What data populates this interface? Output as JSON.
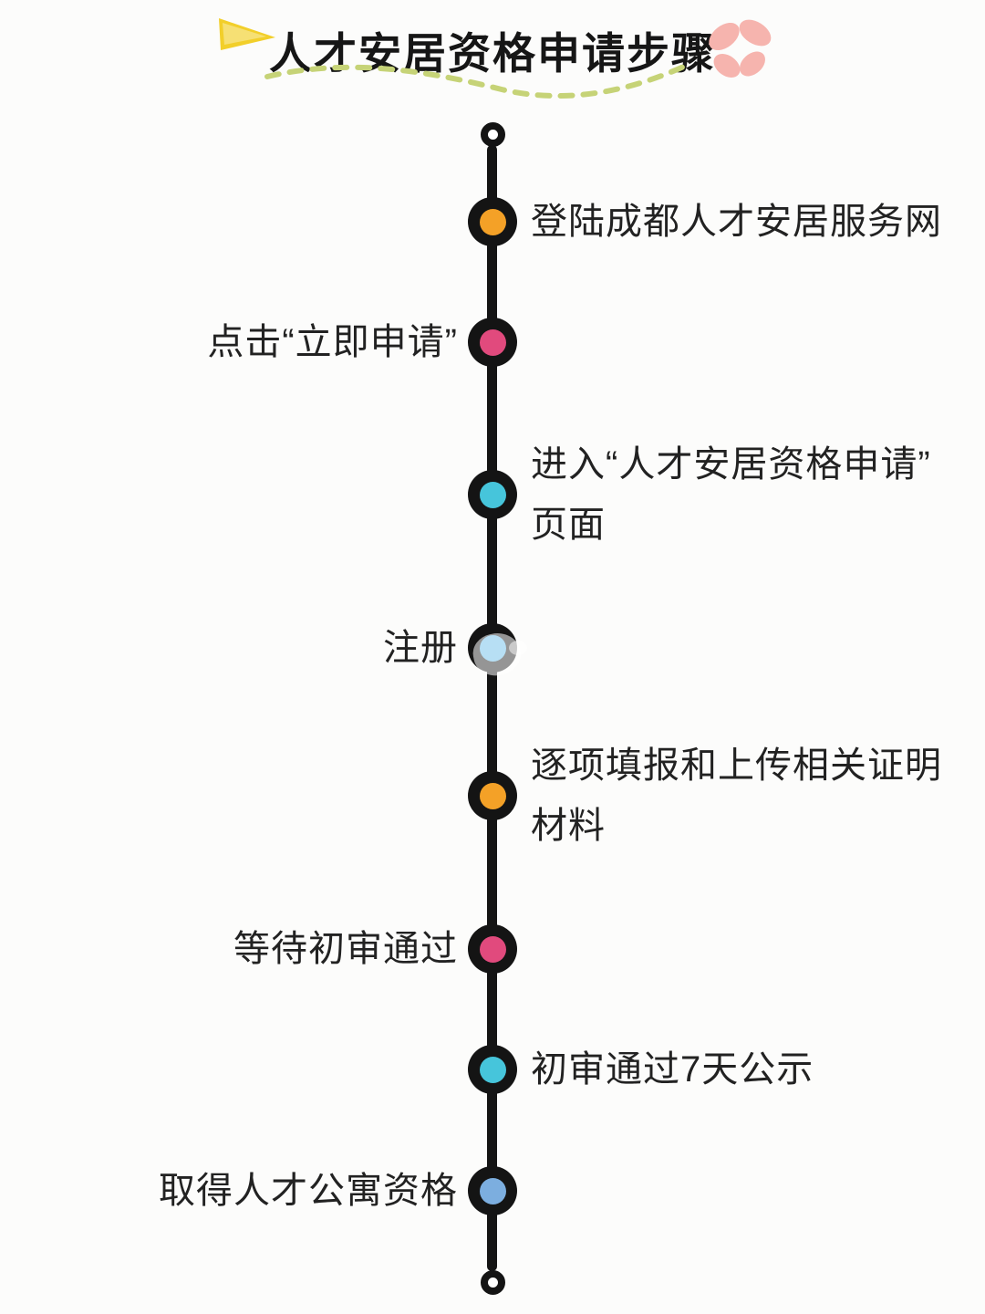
{
  "header": {
    "title": "人才安居资格申请步骤"
  },
  "decorations": {
    "flag_icon": "yellow-pennant-flag",
    "flower_icon": "pink-four-petal-flower",
    "swoosh_icon": "green-dashed-wave-underline",
    "flag_color": "#F2CF2A",
    "flower_color": "#F6B4AE",
    "swoosh_color": "#C6D377",
    "line_color": "#141414"
  },
  "timeline": {
    "steps": [
      {
        "label": "登陆成都人才安居服务网",
        "side": "right",
        "dot_color": "#F4A127"
      },
      {
        "label": "点击“立即申请”",
        "side": "left",
        "dot_color": "#E14A7D"
      },
      {
        "label": "进入“人才安居资格申请”\n页面",
        "side": "right",
        "dot_color": "#46C5DB"
      },
      {
        "label": "注册",
        "side": "left",
        "dot_color": "#5FB9E6"
      },
      {
        "label": "逐项填报和上传相关证明\n材料",
        "side": "right",
        "dot_color": "#F4A127"
      },
      {
        "label": "等待初审通过",
        "side": "left",
        "dot_color": "#E14A7D"
      },
      {
        "label": "初审通过7天公示",
        "side": "right",
        "dot_color": "#46C5DB"
      },
      {
        "label": "取得人才公寓资格",
        "side": "left",
        "dot_color": "#7CAEDF"
      }
    ]
  }
}
